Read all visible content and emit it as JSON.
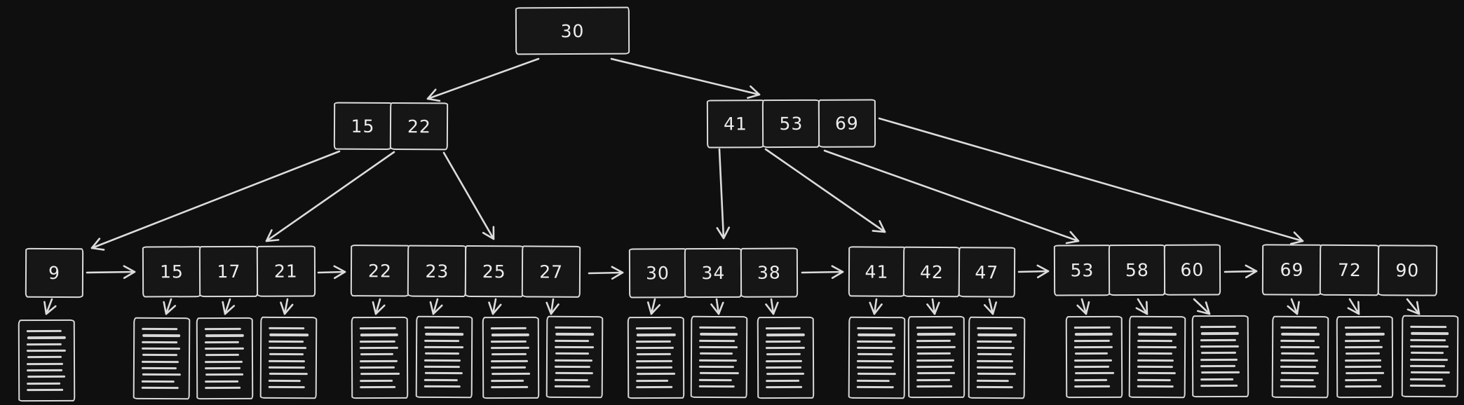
{
  "diagram": {
    "type": "b-plus-tree",
    "colors": {
      "background": "#0f0f0f",
      "box_fill": "#161616",
      "stroke": "#dcdcdc",
      "text": "#ededed"
    },
    "root": {
      "values": [
        "30"
      ]
    },
    "internal_nodes": [
      {
        "values": [
          "15",
          "22"
        ]
      },
      {
        "values": [
          "41",
          "53",
          "69"
        ]
      }
    ],
    "leaf_nodes": [
      {
        "values": [
          "9"
        ]
      },
      {
        "values": [
          "15",
          "17",
          "21"
        ]
      },
      {
        "values": [
          "22",
          "23",
          "25",
          "27"
        ]
      },
      {
        "values": [
          "30",
          "34",
          "38"
        ]
      },
      {
        "values": [
          "41",
          "42",
          "47"
        ]
      },
      {
        "values": [
          "53",
          "58",
          "60"
        ]
      },
      {
        "values": [
          "69",
          "72",
          "90"
        ]
      }
    ],
    "record_block_icon": "document-lines-icon"
  }
}
